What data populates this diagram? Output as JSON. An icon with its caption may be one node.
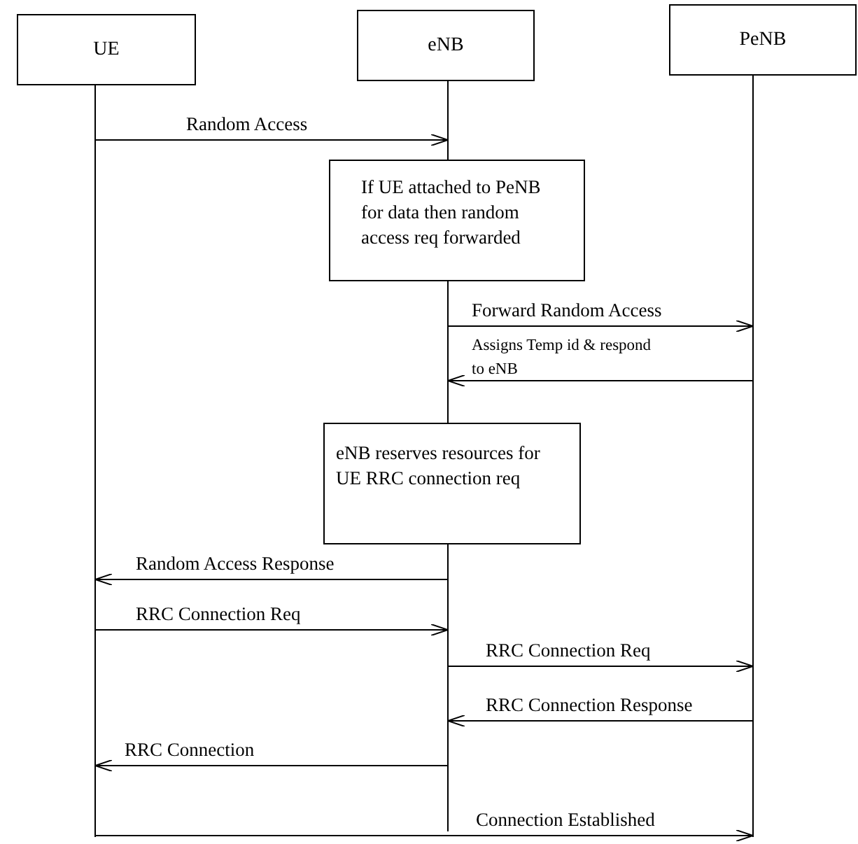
{
  "diagram": {
    "nodes": [
      {
        "text": [
          "UE"
        ]
      },
      {
        "text": [
          "eNB"
        ]
      },
      {
        "text": [
          "PeNB"
        ]
      },
      {
        "text": [
          "If UE attached to PeNB for data then random access req forwarded"
        ]
      },
      {
        "text": [
          "eNB reserves resources for UE RRC connection req"
        ]
      }
    ],
    "edges": [
      {
        "from": 0,
        "to": 1,
        "arrow": "to",
        "label": "Random Access"
      },
      {
        "from": 1,
        "to": 2,
        "arrow": "to",
        "label": "Forward Random Access"
      },
      {
        "from": 2,
        "to": 1,
        "arrow": "to",
        "label": "Assigns Temp id & respond to eNB"
      },
      {
        "from": 1,
        "to": 0,
        "arrow": "to",
        "label": "Random Access Response"
      },
      {
        "from": 0,
        "to": 1,
        "arrow": "to",
        "label": "RRC Connection Req"
      },
      {
        "from": 1,
        "to": 2,
        "arrow": "to",
        "label": "RRC Connection Req"
      },
      {
        "from": 2,
        "to": 1,
        "arrow": "to",
        "label": "RRC Connection Response"
      },
      {
        "from": 1,
        "to": 0,
        "arrow": "to",
        "label": "RRC Connection"
      },
      {
        "from": 0,
        "to": 2,
        "arrow": "to",
        "label": "Connection Established"
      }
    ]
  }
}
